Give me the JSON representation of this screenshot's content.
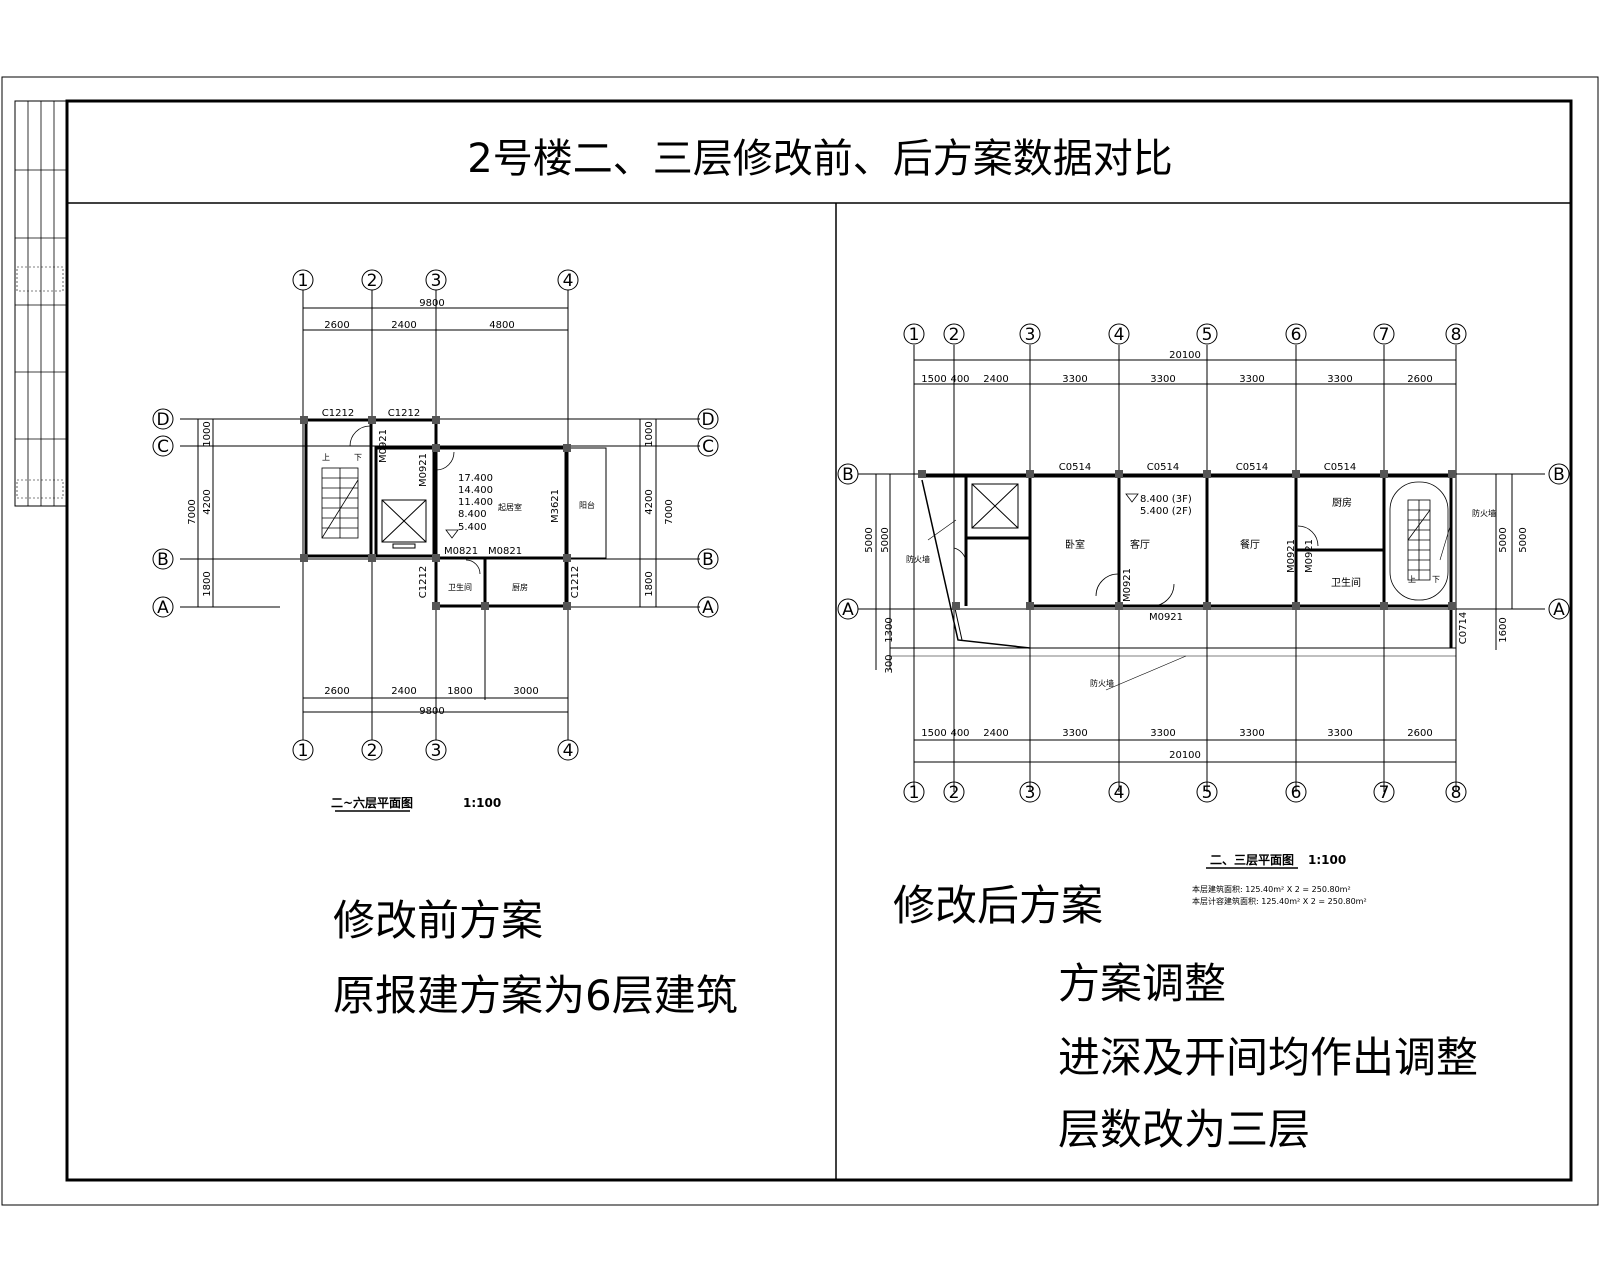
{
  "title": "2号楼二、三层修改前、后方案数据对比",
  "left": {
    "plan_caption": "二~六层平面图",
    "scale": "1:100",
    "dims_top_total": "9800",
    "dims_top": [
      "2600",
      "2400",
      "4800"
    ],
    "dims_bottom": [
      "2600",
      "2400",
      "1800",
      "3000"
    ],
    "dims_bottom_total": "9800",
    "dims_side": [
      "1000",
      "4200",
      "1800"
    ],
    "dims_side_total": "7000",
    "axes_cols": [
      "1",
      "2",
      "3",
      "4"
    ],
    "axes_rows": [
      "D",
      "C",
      "B",
      "A"
    ],
    "windows": [
      "C1212",
      "C1212"
    ],
    "doors": [
      "M0921",
      "M0921",
      "M0821",
      "M0821",
      "M3621"
    ],
    "side_windows": [
      "C1212",
      "C1212"
    ],
    "elevations": [
      "17.400",
      "14.400",
      "11.400",
      "8.400",
      "5.400"
    ],
    "rooms": [
      "起居室",
      "卫生间",
      "厨房",
      "阳台"
    ],
    "stair_up": "上",
    "stair_down": "下",
    "text1": "修改前方案",
    "text2": "原报建方案为6层建筑"
  },
  "right": {
    "plan_caption": "二、三层平面图",
    "scale": "1:100",
    "dims_top_total": "20100",
    "dims_top": [
      "1500",
      "400",
      "2400",
      "3300",
      "3300",
      "3300",
      "3300",
      "2600"
    ],
    "dims_bottom": [
      "1500",
      "400",
      "2400",
      "3300",
      "3300",
      "3300",
      "3300",
      "2600"
    ],
    "dims_bottom_total": "20100",
    "dims_side_left": [
      "5000",
      "5000"
    ],
    "dims_side_left_bottom": [
      "300",
      "1300"
    ],
    "dims_side_right": [
      "5000",
      "5000"
    ],
    "dims_side_right_bottom": "1600",
    "axes_cols": [
      "1",
      "2",
      "3",
      "4",
      "5",
      "6",
      "7",
      "8"
    ],
    "axes_rows": [
      "B",
      "A"
    ],
    "windows": [
      "C0514",
      "C0514",
      "C0514",
      "C0514"
    ],
    "window_side": "C0714",
    "doors": [
      "M0921",
      "M0921",
      "M0921",
      "M0921"
    ],
    "elevations": [
      "8.400 (3F)",
      "5.400 (2F)"
    ],
    "rooms": [
      "卧室",
      "客厅",
      "餐厅",
      "厨房",
      "卫生间"
    ],
    "firewall": "防火墙",
    "stair_up": "上",
    "stair_down": "下",
    "note1": "本层建筑面积: 125.40m² X 2 = 250.80m²",
    "note2": "本层计容建筑面积: 125.40m² X 2 = 250.80m²",
    "text1": "修改后方案",
    "text2": "方案调整",
    "text3": "进深及开间均作出调整",
    "text4": "层数改为三层"
  }
}
